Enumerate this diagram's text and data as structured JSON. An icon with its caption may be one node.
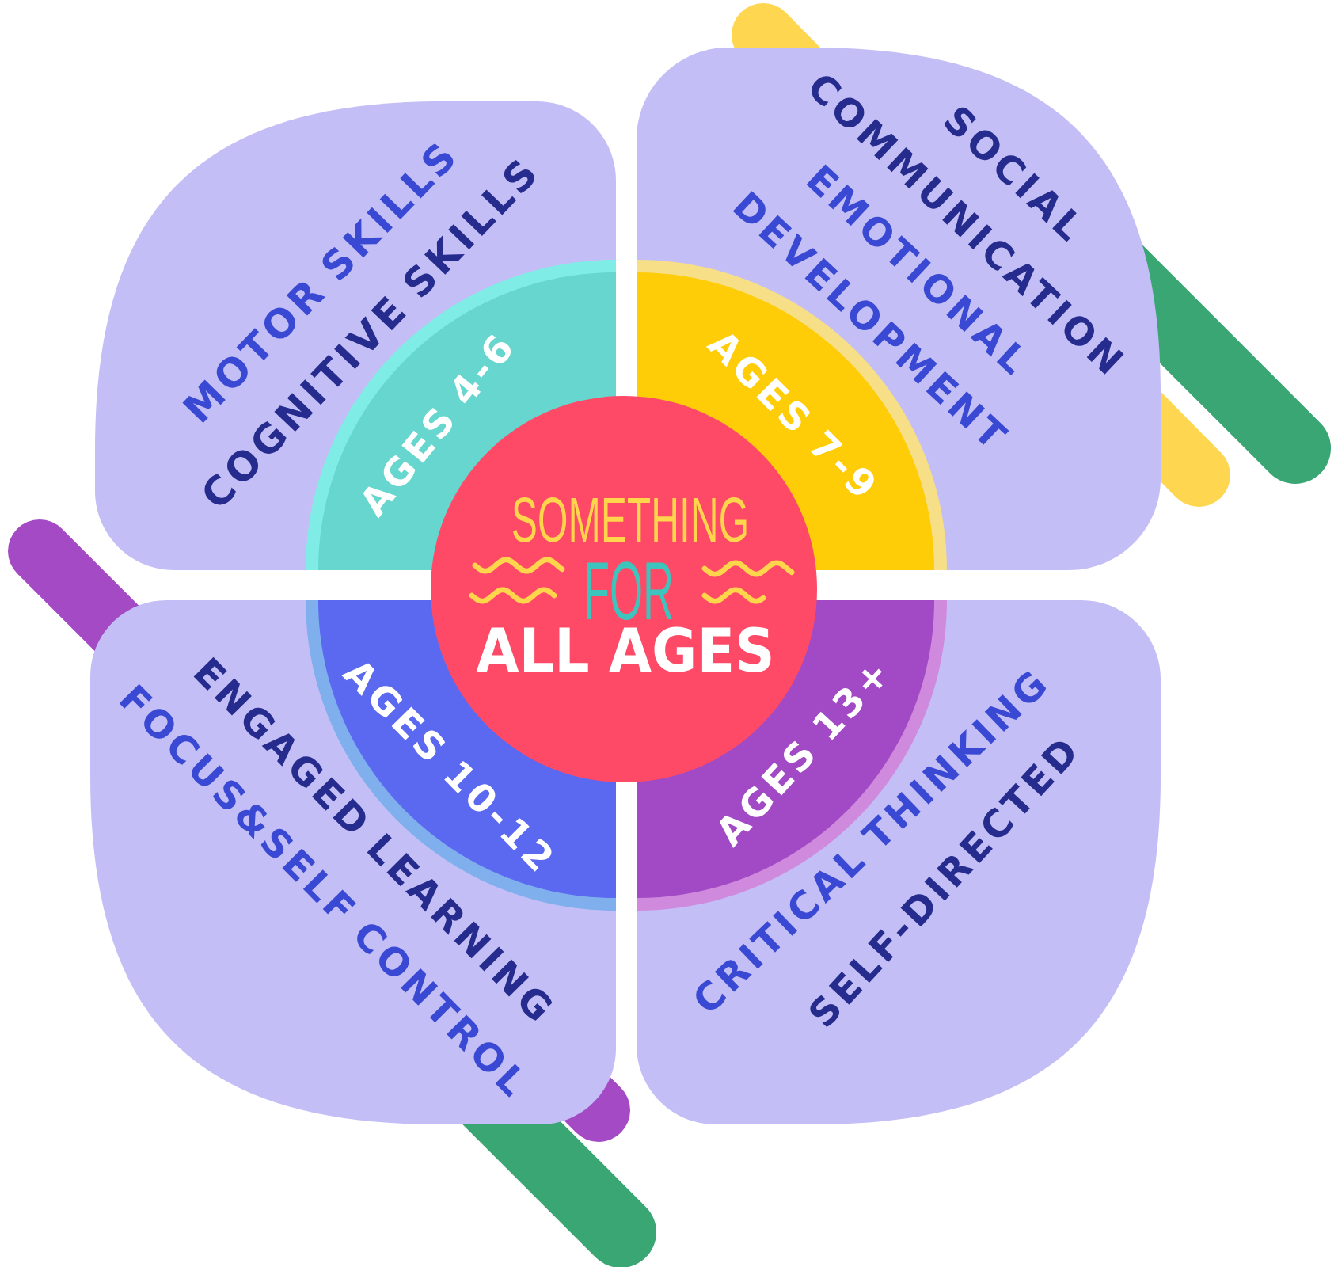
{
  "diagram": {
    "nodes": [
      {
        "text": [
          "SOMETHING",
          "FOR",
          "ALL AGES"
        ]
      },
      {
        "text": [
          "AGES 4-6"
        ],
        "in": 5
      },
      {
        "text": [
          "AGES 7-9"
        ],
        "in": 6
      },
      {
        "text": [
          "AGES 10-12"
        ],
        "in": 7
      },
      {
        "text": [
          "AGES 13+"
        ],
        "in": 8
      },
      {
        "text": [
          "MOTOR SKILLS",
          "COGNITIVE SKILLS"
        ]
      },
      {
        "text": [
          "SOCIAL COMMUNICATION",
          "EMOTIONAL DEVELOPMENT"
        ]
      },
      {
        "text": [
          "ENGAGED LEARNING",
          "FOCUS&SELF CONTROL"
        ]
      },
      {
        "text": [
          "CRITICAL THINKING",
          "SELF-DIRECTED"
        ]
      }
    ]
  }
}
